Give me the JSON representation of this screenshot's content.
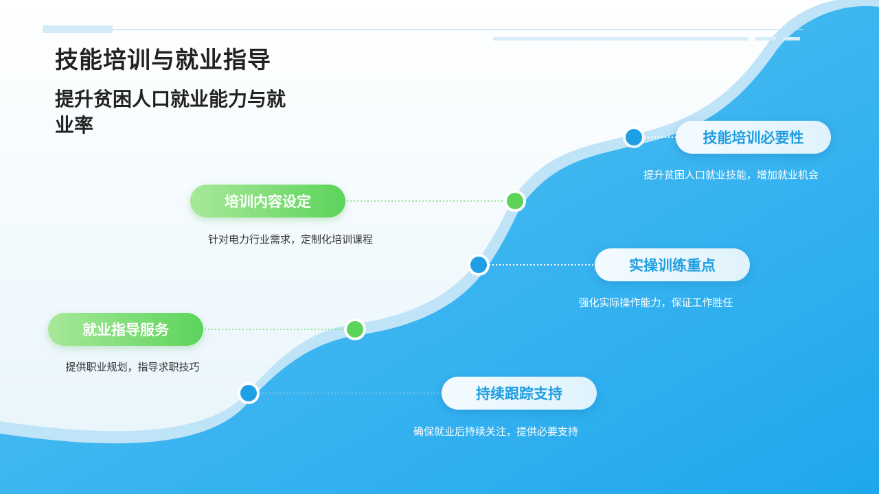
{
  "title": "技能培训与就业指导",
  "subtitle": "提升贫困人口就业能力与就业率",
  "milestones": [
    {
      "label": "技能培训必要性",
      "desc": "提升贫困人口就业技能，增加就业机会"
    },
    {
      "label": "培训内容设定",
      "desc": "针对电力行业需求，定制化培训课程"
    },
    {
      "label": "实操训练重点",
      "desc": "强化实际操作能力，保证工作胜任"
    },
    {
      "label": "就业指导服务",
      "desc": "提供职业规划，指导求职技巧"
    },
    {
      "label": "持续跟踪支持",
      "desc": "确保就业后持续关注，提供必要支持"
    }
  ],
  "colors": {
    "blue": "#1ea7ee",
    "green": "#5cd45a",
    "title": "#222222"
  }
}
